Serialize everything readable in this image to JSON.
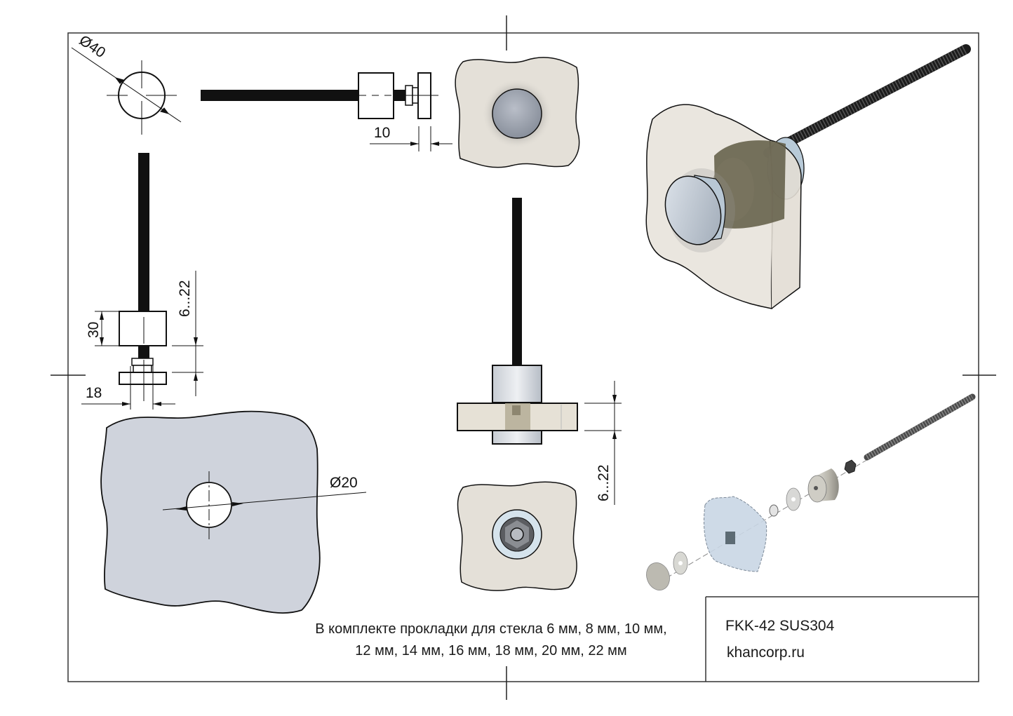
{
  "drawing": {
    "title": "FKK-42 SUS304",
    "website": "khancorp.ru",
    "note_line1": "В комплекте прокладки для стекла 6 мм, 8 мм, 10 мм,",
    "note_line2": "12 мм, 14 мм, 16 мм, 18 мм, 20 мм, 22 мм",
    "dimensions": {
      "diameter_head": "Ø40",
      "cap_thickness": "10",
      "glass_range_side": "6...22",
      "body_height": "30",
      "spacer_width": "18",
      "hole_diameter": "Ø20",
      "glass_range_front": "6...22"
    },
    "views": [
      "front-view-circle",
      "side-view-horizontal",
      "glass-panel-front-with-cap",
      "isometric-assembled",
      "side-view-vertical",
      "glass-panel-with-hole",
      "section-view-assembled",
      "glass-panel-rear-with-nut",
      "exploded-view"
    ],
    "colors": {
      "glass_panel": "#e4e0d8",
      "glass_panel_blue": "#cfd3dc",
      "metal": "#a9b0bb",
      "rod": "#1a1a1a",
      "bronze_spacer": "#5f5a44",
      "line": "#111111"
    }
  }
}
